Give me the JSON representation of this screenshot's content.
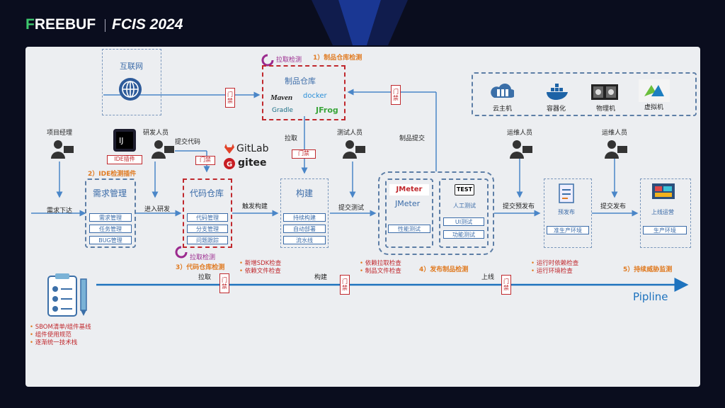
{
  "header": {
    "logo1_prefix": "F",
    "logo1_rest": "REEBUF",
    "logo2": "FCIS 2024"
  },
  "internet": {
    "label": "互联网"
  },
  "artifact_repo": {
    "check_label": "拉取检测",
    "step": "1）制品仓库检测",
    "title": "制品仓库",
    "tools": [
      "Maven",
      "docker",
      "Gradle",
      "JFrog"
    ]
  },
  "infra": {
    "items": [
      "云主机",
      "容器化",
      "物理机",
      "虚拟机"
    ]
  },
  "gate": "门禁",
  "roles": {
    "pm": "项目经理",
    "dev": "研发人员",
    "tester": "测试人员",
    "ops1": "运维人员",
    "ops2": "运维人员"
  },
  "ide": {
    "badge": "IDE插件",
    "step": "2）IDE检测插件"
  },
  "flow_labels": {
    "submit_code": "提交代码",
    "pull": "拉取",
    "artifact_submit": "制品提交",
    "demand": "需求下达",
    "enter_dev": "进入研发",
    "trigger_build": "触发构建",
    "submit_test": "提交测试",
    "submit_pre": "提交预发布",
    "submit_release": "提交发布"
  },
  "git": {
    "gitlab": "GitLab",
    "gitee": "gitee"
  },
  "demand_mgmt": {
    "title": "需求管理",
    "items": [
      "需求管理",
      "任务管理",
      "BUG管理"
    ]
  },
  "code_repo": {
    "title": "代码仓库",
    "items": [
      "代码管理",
      "分支管理",
      "问题跟踪"
    ],
    "check_label": "拉取检测",
    "step": "3）代码仓库检测",
    "bullets": [
      "新增SDK检查",
      "依赖文件检查"
    ]
  },
  "build": {
    "title": "构建",
    "items": [
      "持续构建",
      "自动部署",
      "流水线"
    ]
  },
  "test": {
    "jmeter_logo": "JMeter",
    "jmeter_title": "JMeter",
    "perf": "性能测试",
    "test_logo": "TEST",
    "manual": "人工测试",
    "items": [
      "UI测试",
      "功能测试"
    ]
  },
  "release_check": {
    "bullets": [
      "依赖拉取检查",
      "制品文件检查"
    ],
    "step": "4）发布制品检测"
  },
  "preprod": {
    "label": "预发布",
    "env": "准生产环境"
  },
  "prod": {
    "label": "上线运营",
    "env": "生产环境"
  },
  "monitor": {
    "bullets": [
      "运行时依赖检查",
      "运行环境检查"
    ],
    "step": "5）持续威胁监测"
  },
  "pipeline": {
    "pull": "拉取",
    "build": "构建",
    "online": "上线",
    "name": "Pipline"
  },
  "bottom": {
    "bullets": [
      "SBOM清单/组件基线",
      "组件使用规范",
      "逐渐统一技术栈"
    ]
  },
  "colors": {
    "accent_blue": "#3a6ba8",
    "gate_red": "#c0282d",
    "orange": "#e07b22",
    "pipeline_blue": "#1e73be"
  }
}
